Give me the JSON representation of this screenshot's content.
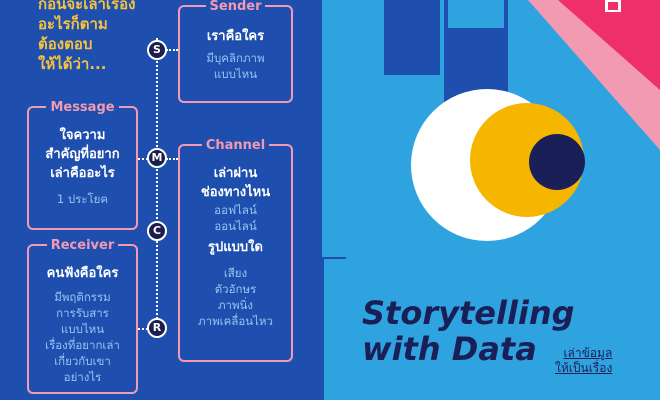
{
  "intro": {
    "lines": [
      "ก่อนจะเล่าเรื่อง",
      "อะไรก็ตาม",
      "ต้องตอบ",
      "ให้ได้ว่า..."
    ]
  },
  "sender": {
    "title": "Sender",
    "heading": "เราคือใคร",
    "details": [
      "มีบุคลิกภาพ",
      "แบบไหน"
    ]
  },
  "message": {
    "title": "Message",
    "heading": [
      "ใจความ",
      "สำคัญที่อยาก",
      "เล่าคืออะไร"
    ],
    "details": [
      "1 ประโยค"
    ]
  },
  "channel": {
    "title": "Channel",
    "heading1": [
      "เล่าผ่าน",
      "ช่องทางไหน"
    ],
    "details1": [
      "ออฟไลน์",
      "ออนไลน์"
    ],
    "heading2": "รูปแบบใด",
    "details2": [
      "เสียง",
      "ตัวอักษร",
      "ภาพนิ่ง",
      "ภาพเคลื่อนไหว"
    ]
  },
  "receiver": {
    "title": "Receiver",
    "heading": "คนฟังคือใคร",
    "details": [
      "มีพฤติกรรม",
      "การรับสาร",
      "แบบไหน",
      "เรื่องที่อยากเล่า",
      "เกี่ยวกับเขา",
      "อย่างไร"
    ]
  },
  "timeline": {
    "nodes": [
      "S",
      "M",
      "C",
      "R"
    ]
  },
  "cover": {
    "title_line1": "Storytelling",
    "title_line2": "with Data",
    "subtitle": [
      "เล่าข้อมูล",
      "ให้เป็นเรื่อง"
    ]
  },
  "colors": {
    "background": "#1e4fae",
    "accent_pink": "#f29ab2",
    "accent_yellow": "#f6c23e",
    "cover_blue": "#2fa3e0"
  }
}
